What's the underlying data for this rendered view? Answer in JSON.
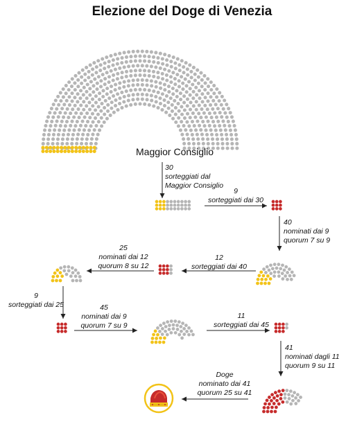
{
  "title": "Elezione del Doge di Venezia",
  "chamber": "Maggior Consiglio",
  "colors": {
    "elected": "#f2c318",
    "member": "#b5b5b5",
    "red": "#c62b2b",
    "arrow": "#222222",
    "crown_ring": "#f2c318"
  },
  "steps": {
    "s1": {
      "line1": "30",
      "line2": "sorteggiati dal",
      "line3": "Maggior Consiglio"
    },
    "s2": {
      "line1": "9",
      "line2": "sorteggiati dai 30"
    },
    "s3": {
      "line1": "40",
      "line2": "nominati dai 9",
      "line3": "quorum 7 su 9"
    },
    "s4": {
      "line1": "12",
      "line2": "sorteggiati dai 40"
    },
    "s5": {
      "line1": "25",
      "line2": "nominati dai 12",
      "line3": "quorum 8 su 12"
    },
    "s6": {
      "line1": "9",
      "line2": "sorteggiati dai 25"
    },
    "s7": {
      "line1": "45",
      "line2": "nominati dai 9",
      "line3": "quorum 7 su  9"
    },
    "s8": {
      "line1": "11",
      "line2": "sorteggiati dai 45"
    },
    "s9": {
      "line1": "41",
      "line2": "nominati dagli 11",
      "line3": "quorum 9 su 11"
    },
    "s10": {
      "line1": "Doge",
      "line2": "nominato dai 41",
      "line3": "quorum 25 su 41"
    }
  },
  "groups": {
    "g30": {
      "total": 30,
      "highlight": 9
    },
    "g9a": {
      "total": 9,
      "highlight": 9
    },
    "g40": {
      "total": 40,
      "highlight": 12
    },
    "g12": {
      "total": 12,
      "highlight": 9
    },
    "g25": {
      "total": 25,
      "highlight": 9
    },
    "g9b": {
      "total": 9,
      "highlight": 9
    },
    "g45": {
      "total": 45,
      "highlight": 11
    },
    "g11": {
      "total": 11,
      "highlight": 9
    },
    "g41": {
      "total": 41,
      "highlight": 25
    }
  }
}
